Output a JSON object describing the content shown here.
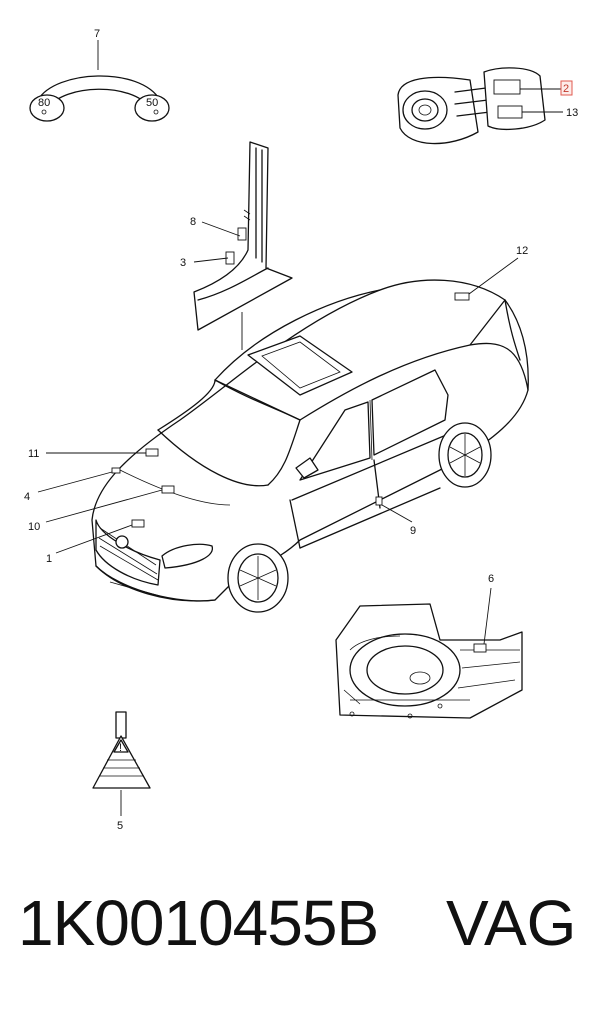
{
  "callouts": {
    "c1": "1",
    "c2": "2",
    "c3": "3",
    "c4": "4",
    "c5": "5",
    "c6": "6",
    "c7": "7",
    "c8": "8",
    "c9": "9",
    "c10": "10",
    "c11": "11",
    "c12": "12",
    "c13": "13"
  },
  "highlighted_callout": "2",
  "footer": {
    "part_number": "1K0010455B",
    "brand": "VAG"
  },
  "colors": {
    "line": "#111111",
    "highlight_border": "#e05a4f",
    "highlight_text": "#c0392b"
  }
}
